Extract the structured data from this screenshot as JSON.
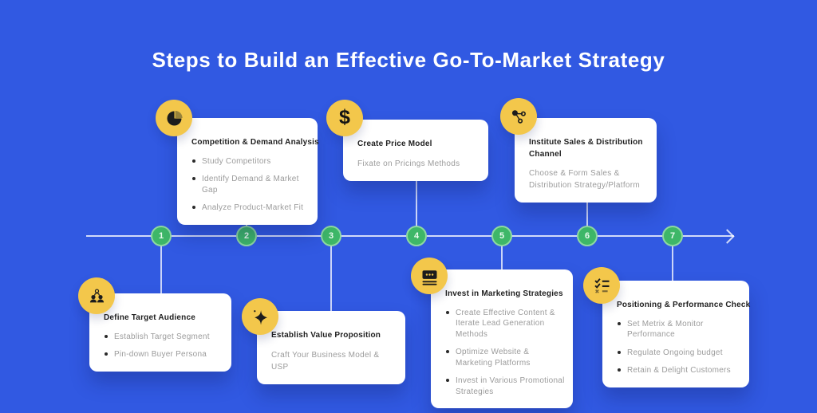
{
  "page": {
    "title": "Steps to Build an Effective Go-To-Market Strategy",
    "colors": {
      "background": "#3159E2",
      "card": "#FFFFFF",
      "badge_yellow": "#F3C74B",
      "node_green": "#3EB768",
      "node_ring": "#8FD9A2",
      "title_text": "#FFFFFF",
      "card_title_text": "#1F1F1F",
      "card_body_text": "#9B9B9B"
    }
  },
  "timeline": {
    "direction": "left-to-right-arrow",
    "nodes": [
      "1",
      "2",
      "3",
      "4",
      "5",
      "6",
      "7"
    ]
  },
  "icons": {
    "dollar": "$"
  },
  "steps": [
    {
      "number": "1",
      "position": "below-line",
      "icon": "audience-icon",
      "title": "Define Target Audience",
      "bullets": [
        "Establish Target Segment",
        "Pin-down Buyer Persona"
      ]
    },
    {
      "number": "2",
      "position": "above-line",
      "icon": "pie-chart-icon",
      "title": "Competition & Demand Analysis",
      "bullets": [
        "Study Competitors",
        "Identify Demand & Market Gap",
        "Analyze Product-Market Fit"
      ]
    },
    {
      "number": "3",
      "position": "below-line",
      "icon": "sparkle-icon",
      "title": "Establish Value Proposition",
      "description": "Craft Your Business Model & USP"
    },
    {
      "number": "4",
      "position": "above-line",
      "icon": "dollar-icon",
      "title": "Create Price Model",
      "description": "Fixate on Pricings Methods"
    },
    {
      "number": "5",
      "position": "below-line",
      "icon": "billboard-icon",
      "title": "Invest in Marketing Strategies",
      "bullets": [
        "Create Effective Content & Iterate Lead Generation Methods",
        "Optimize Website & Marketing Platforms",
        "Invest in Various Promotional Strategies"
      ]
    },
    {
      "number": "6",
      "position": "above-line",
      "icon": "share-icon",
      "title": "Institute Sales & Distribution Channel",
      "description": "Choose & Form Sales & Distribution Strategy/Platform"
    },
    {
      "number": "7",
      "position": "below-line",
      "icon": "checklist-icon",
      "title": "Positioning & Performance Check",
      "bullets": [
        "Set Metrix & Monitor Performance",
        "Regulate Ongoing budget",
        "Retain & Delight Customers"
      ]
    }
  ]
}
